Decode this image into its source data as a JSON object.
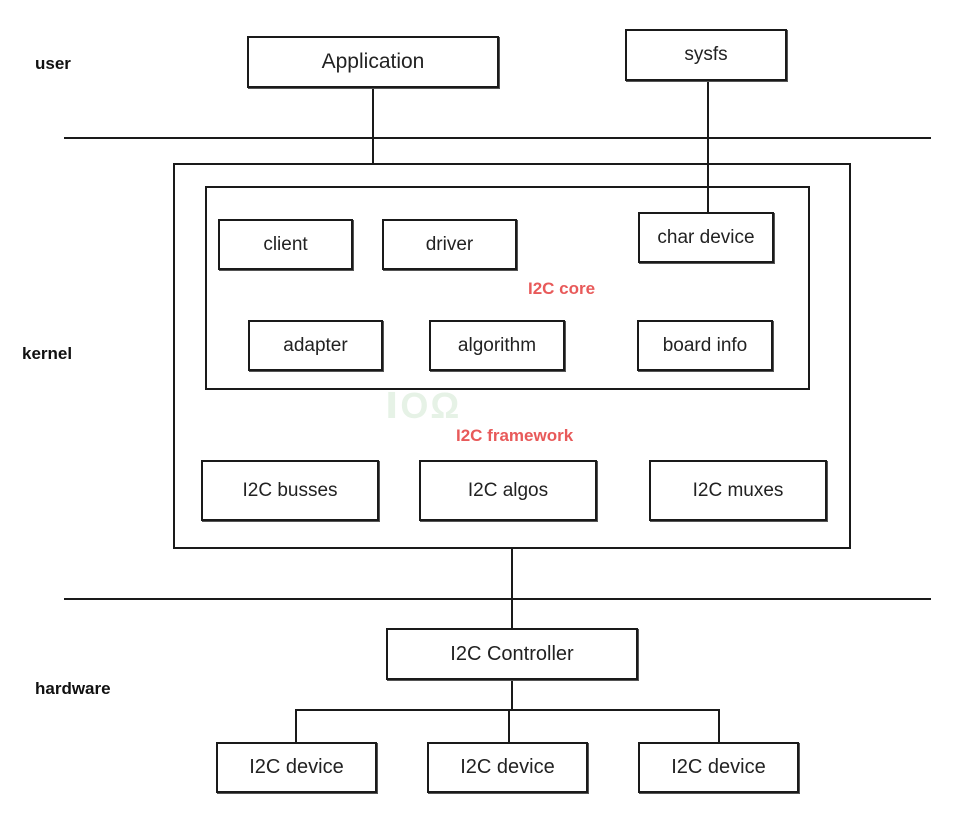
{
  "layers": {
    "user": "user",
    "kernel": "kernel",
    "hardware": "hardware"
  },
  "user_space": {
    "application": "Application",
    "sysfs": "sysfs"
  },
  "i2c_core": {
    "label": "I2C core",
    "client": "client",
    "driver": "driver",
    "char_device": "char device",
    "adapter": "adapter",
    "algorithm": "algorithm",
    "board_info": "board info"
  },
  "i2c_framework": {
    "label": "I2C framework",
    "busses": "I2C busses",
    "algos": "I2C algos",
    "muxes": "I2C muxes"
  },
  "hardware_layer": {
    "controller": "I2C Controller",
    "devices": [
      "I2C device",
      "I2C device",
      "I2C device"
    ]
  },
  "colors": {
    "accent_red": "#e85a5a",
    "line": "#1a1a1a"
  }
}
